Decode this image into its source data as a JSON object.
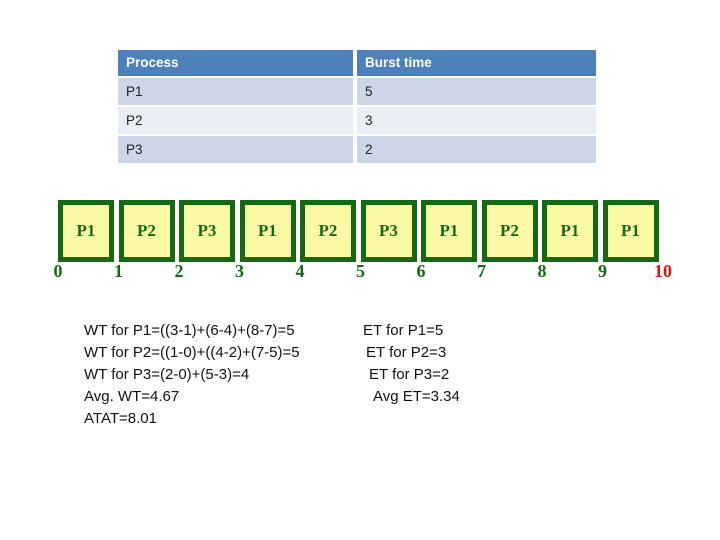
{
  "table": {
    "headers": [
      "Process",
      "Burst time"
    ],
    "rows": [
      {
        "process": "P1",
        "burst": "5"
      },
      {
        "process": "P2",
        "burst": "3"
      },
      {
        "process": "P3",
        "burst": "2"
      }
    ]
  },
  "gantt": {
    "segments": [
      "P1",
      "P2",
      "P3",
      "P1",
      "P2",
      "P3",
      "P1",
      "P2",
      "P1",
      "P1"
    ],
    "ticks": [
      "0",
      "1",
      "2",
      "3",
      "4",
      "5",
      "6",
      "7",
      "8",
      "9",
      "10"
    ]
  },
  "calculations": {
    "wt": [
      "WT for P1=((3-1)+(6-4)+(8-7)=5",
      "WT for P2=((1-0)+((4-2)+(7-5)=5",
      "WT for P3=(2-0)+(5-3)=4",
      "Avg. WT=4.67",
      "ATAT=8.01"
    ],
    "et": [
      "ET for P1=5",
      "ET for P2=3",
      "ET for P3=2",
      "Avg ET=3.34"
    ]
  },
  "colors": {
    "table_header_bg": "#4e80bc",
    "table_row_dark": "#cdd6e7",
    "table_row_light": "#e9edf4",
    "gantt_box_fill": "#fafaa5",
    "gantt_box_border": "#156915",
    "gantt_text": "#156915",
    "gantt_final_tick": "#dd1206"
  }
}
